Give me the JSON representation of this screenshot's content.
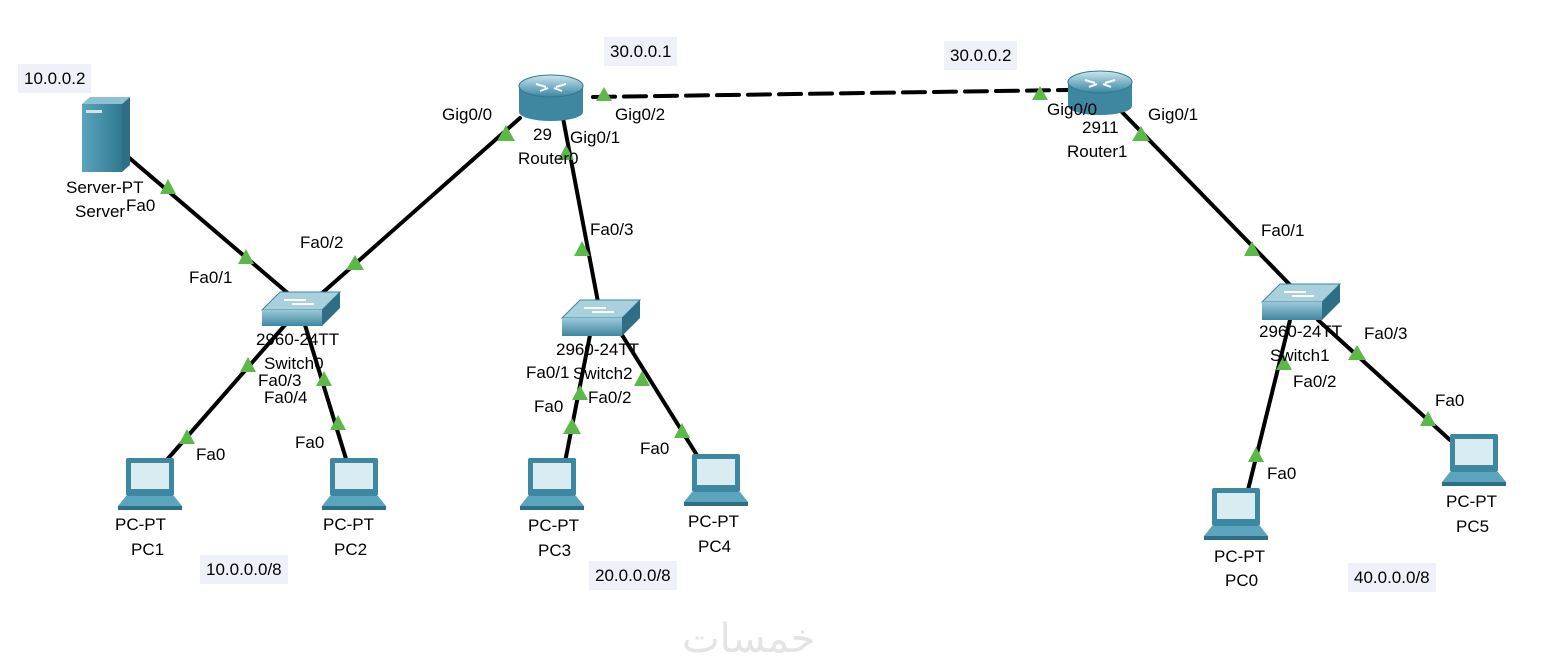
{
  "notes": {
    "router0_ip": "30.0.0.1",
    "router1_ip": "30.0.0.2",
    "server_ip": "10.0.0.2",
    "net_left": "10.0.0.0/8",
    "net_mid": "20.0.0.0/8",
    "net_right": "40.0.0.0/8"
  },
  "devices": {
    "router0": {
      "model": "29",
      "name": "Router0"
    },
    "router1": {
      "model": "2911",
      "name": "Router1"
    },
    "switch0": {
      "model": "2960-24TT",
      "name": "Switch0"
    },
    "switch1": {
      "model": "2960-24TT",
      "name": "Switch1"
    },
    "switch2": {
      "model": "2960-24TT",
      "name": "Switch2"
    },
    "server": {
      "model": "Server-PT",
      "name": "Server"
    },
    "pc0": {
      "model": "PC-PT",
      "name": "PC0"
    },
    "pc1": {
      "model": "PC-PT",
      "name": "PC1"
    },
    "pc2": {
      "model": "PC-PT",
      "name": "PC2"
    },
    "pc3": {
      "model": "PC-PT",
      "name": "PC3"
    },
    "pc4": {
      "model": "PC-PT",
      "name": "PC4"
    },
    "pc5": {
      "model": "PC-PT",
      "name": "PC5"
    }
  },
  "ports": {
    "r0_gig00": "Gig0/0",
    "r0_gig01": "Gig0/1",
    "r0_gig02": "Gig0/2",
    "r1_gig00": "Gig0/0",
    "r1_gig01": "Gig0/1",
    "server_fa0": "Fa0",
    "sw0_fa01": "Fa0/1",
    "sw0_fa02": "Fa0/2",
    "sw0_fa03": "Fa0/3",
    "sw0_fa04": "Fa0/4",
    "pc1_fa0": "Fa0",
    "pc2_fa0": "Fa0",
    "sw2_fa03": "Fa0/3",
    "sw2_fa01": "Fa0/1",
    "sw2_fa02": "Fa0/2",
    "pc3_fa0": "Fa0",
    "pc4_fa0": "Fa0",
    "sw1_fa01": "Fa0/1",
    "sw1_fa02": "Fa0/2",
    "sw1_fa03": "Fa0/3",
    "pc0_fa0": "Fa0",
    "pc5_fa0": "Fa0"
  },
  "watermark": "خمسات",
  "colors": {
    "link": "#000000",
    "port_up": "#5db84a",
    "device": "#3f8aa3",
    "note_bg": "#eef1f7"
  }
}
